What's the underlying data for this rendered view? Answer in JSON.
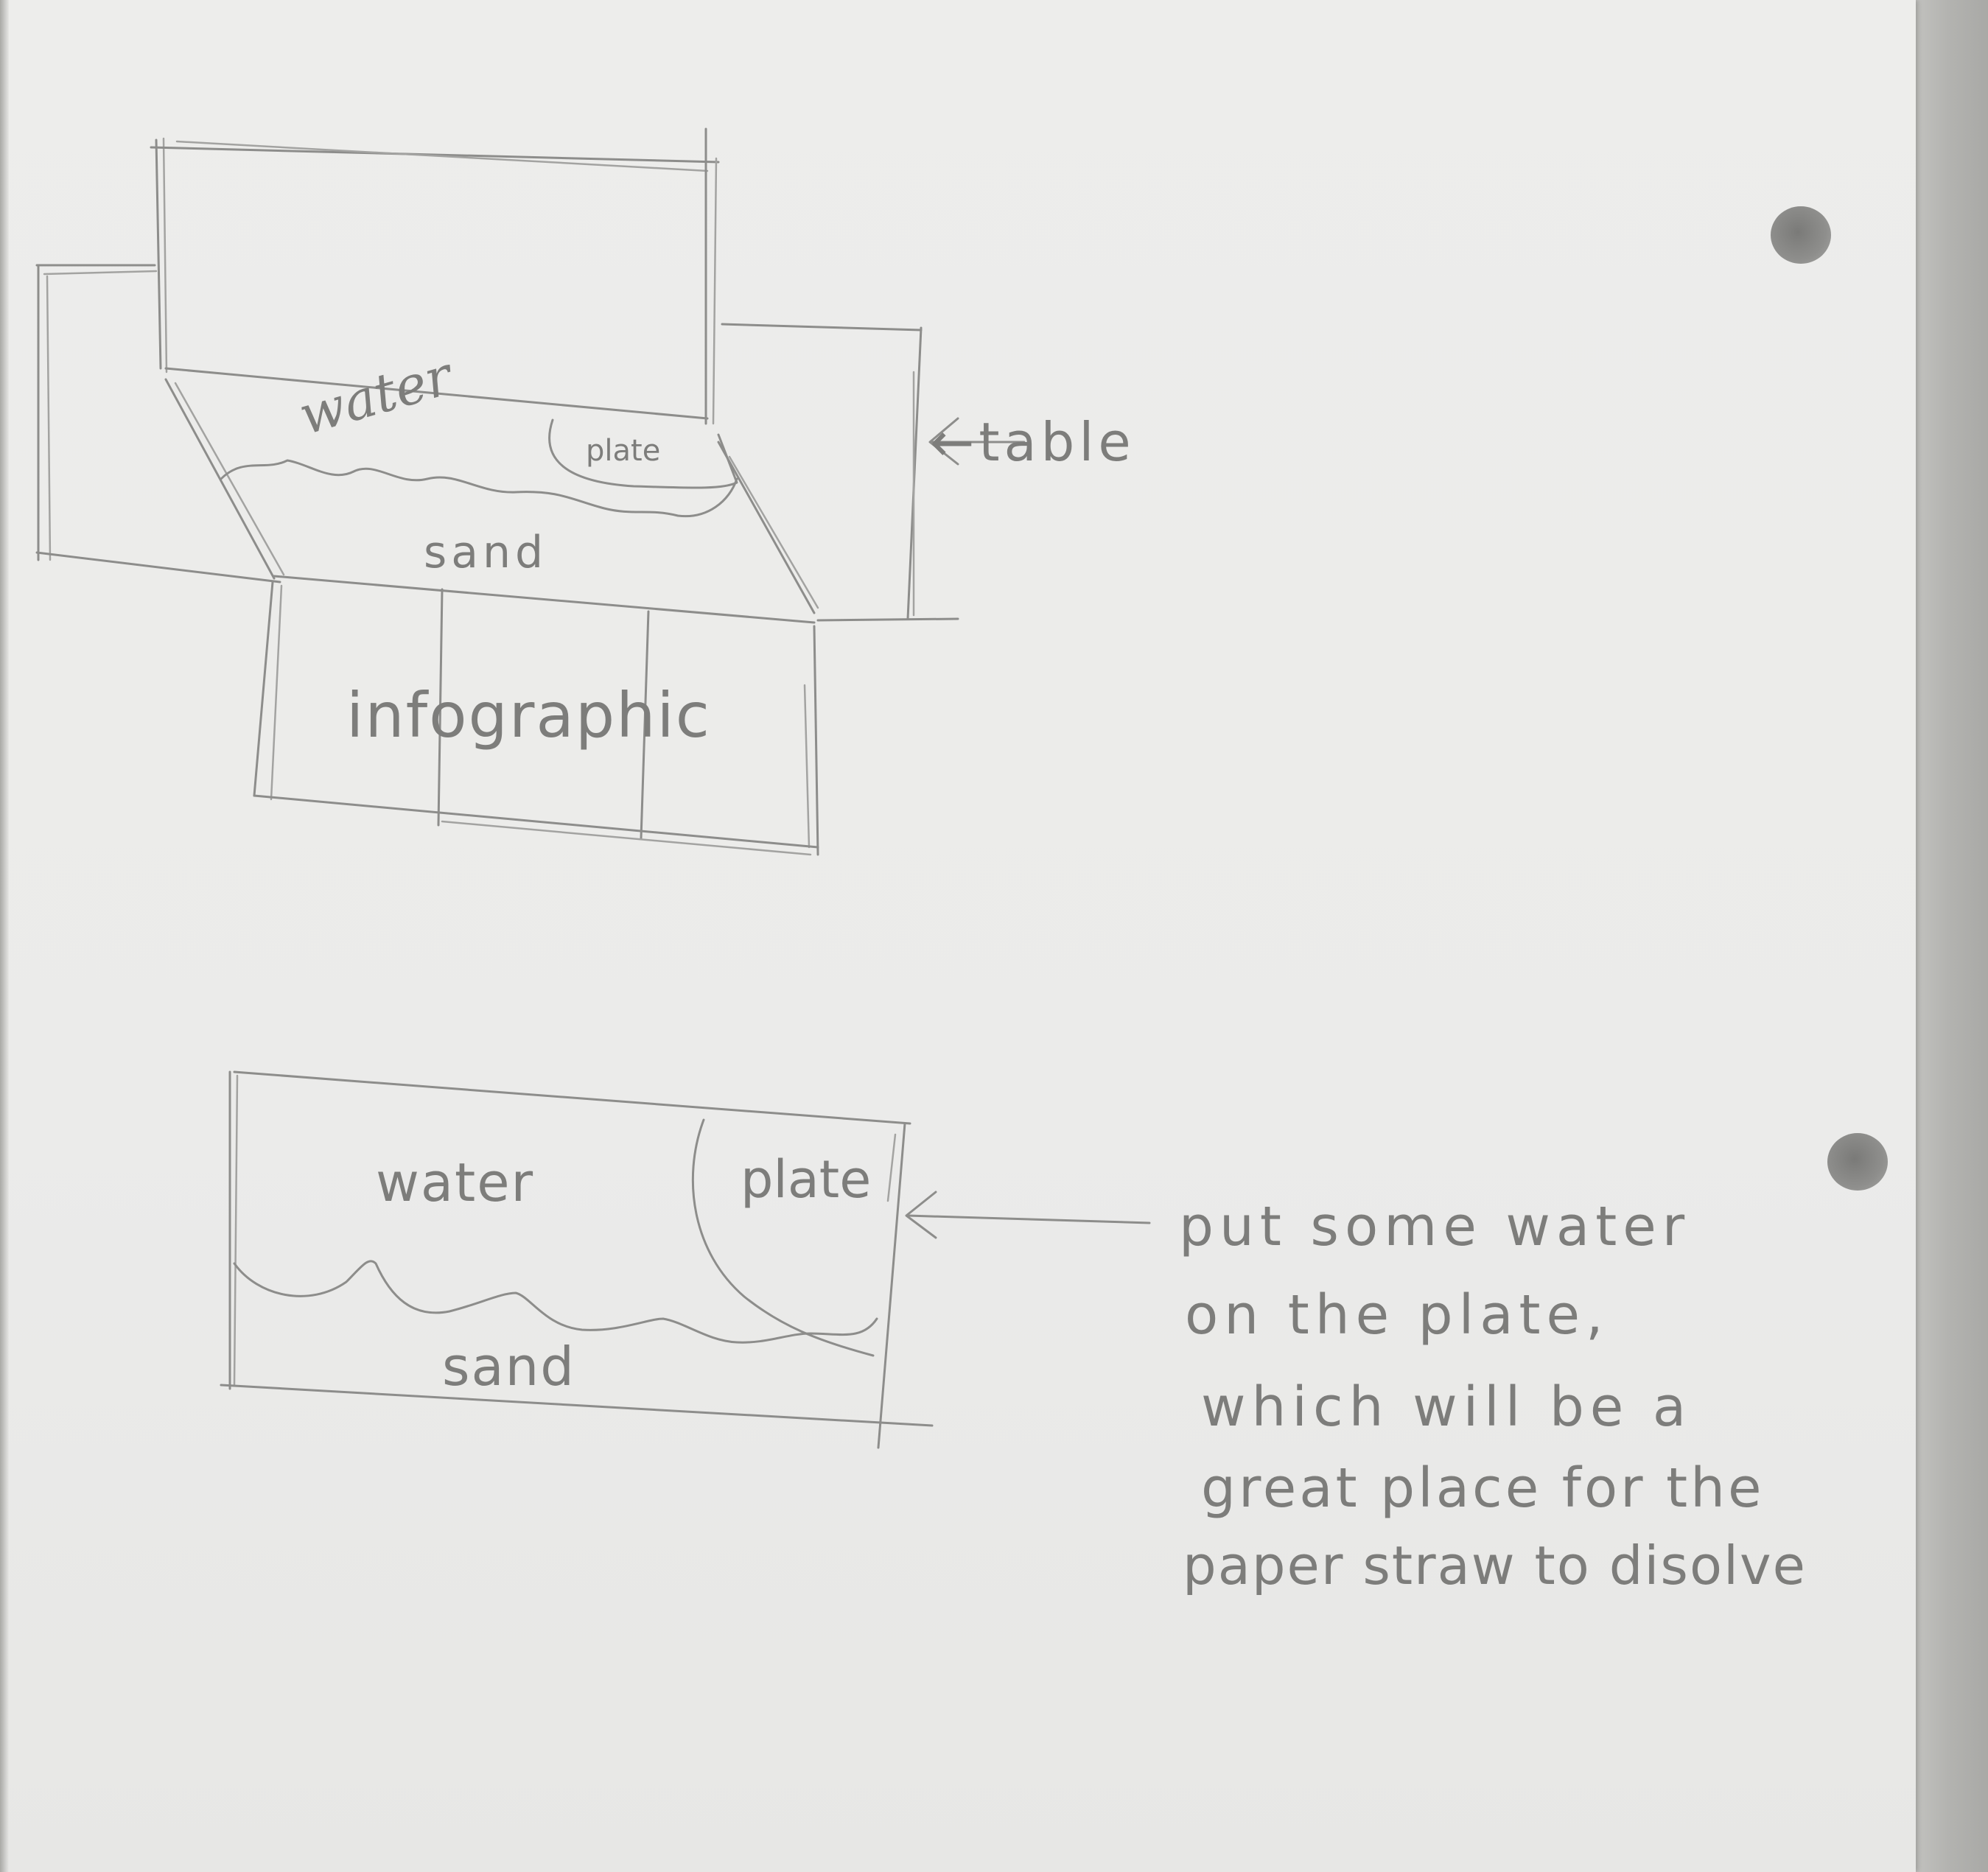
{
  "sketch_top": {
    "water_label": "water",
    "plate_label": "plate",
    "sand_label": "sand",
    "infographic_label": "infographic",
    "table_label": "←table"
  },
  "sketch_bottom": {
    "water_label": "water",
    "plate_label": "plate",
    "sand_label": "sand"
  },
  "note": {
    "lines": [
      "put some water",
      "on the plate,",
      "which will be a",
      "great place for the",
      "paper straw to disolve"
    ]
  },
  "colors": {
    "paper": "#ebebea",
    "pencil": "#8d8d8b",
    "background": "#b9b9b7"
  }
}
